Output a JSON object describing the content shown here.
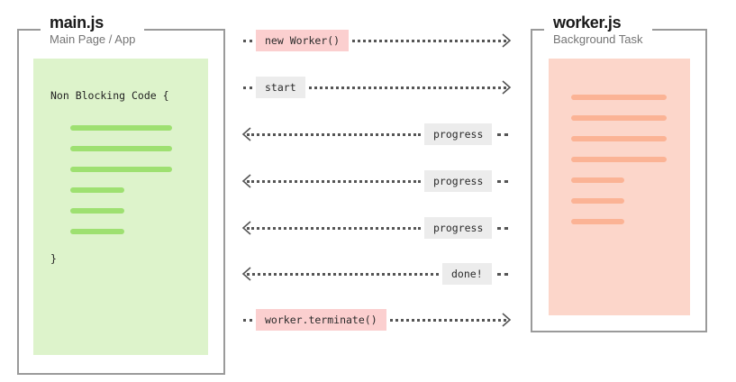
{
  "main": {
    "title": "main.js",
    "subtitle": "Main Page / App",
    "code_open": "Non Blocking Code {",
    "code_close": "}"
  },
  "worker": {
    "title": "worker.js",
    "subtitle": "Background Task"
  },
  "messages": [
    {
      "label": "new Worker()",
      "direction": "to-worker",
      "highlight": true
    },
    {
      "label": "start",
      "direction": "to-worker",
      "highlight": false
    },
    {
      "label": "progress",
      "direction": "to-main",
      "highlight": false
    },
    {
      "label": "progress",
      "direction": "to-main",
      "highlight": false
    },
    {
      "label": "progress",
      "direction": "to-main",
      "highlight": false
    },
    {
      "label": "done!",
      "direction": "to-main",
      "highlight": false
    },
    {
      "label": "worker.terminate()",
      "direction": "to-worker",
      "highlight": true
    }
  ],
  "colors": {
    "main_fill": "#ddf3cb",
    "main_lines": "#9ee071",
    "worker_fill": "#fcd6ca",
    "worker_lines": "#fbb395",
    "highlight_label": "#fbcfcf",
    "neutral_label": "#ececec",
    "frame": "#9a9a9a"
  }
}
